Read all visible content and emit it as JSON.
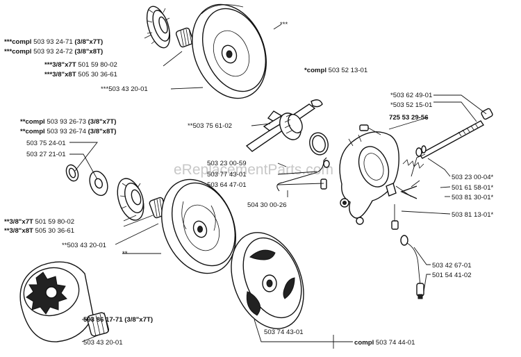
{
  "watermark": "eReplacementParts.com",
  "labels": {
    "clutch_drum_kit": {
      "marker": "***",
      "lines": [
        {
          "prefix": "***compl ",
          "num": "503 93 24-71",
          "suffix": " (3/8\"x7T)"
        },
        {
          "prefix": "***compl ",
          "num": "503 93 24-72",
          "suffix": " (3/8\"x8T)"
        }
      ]
    },
    "rim_sprocket_upper": {
      "lines": [
        {
          "prefix": "***3/8\"x7T",
          "num": " 501 59 80-02",
          "suffix": ""
        },
        {
          "prefix": "***3/8\"x8T",
          "num": " 505 30 36-61",
          "suffix": ""
        }
      ]
    },
    "drum_upper": {
      "text": "***503 43 20-01"
    },
    "drum_upper_marker": {
      "text": "***"
    },
    "oil_pump_kit": {
      "prefix": "*compl",
      "num": " 503 52 13-01"
    },
    "pump_parts_top": {
      "lines": [
        "*503 62 49-01",
        "*503 52 15-01"
      ]
    },
    "screw": {
      "text": "725 53 29-56"
    },
    "worm_gear": {
      "text": "**503 75 61-02"
    },
    "clutch_drum_kit_mid": {
      "lines": [
        {
          "prefix": "**compl ",
          "num": "503 93 26-73",
          "suffix": " (3/8\"x7T)"
        },
        {
          "prefix": "**compl ",
          "num": "503 93 26-74",
          "suffix": " (3/8\"x8T)"
        }
      ]
    },
    "washers": {
      "lines": [
        "503 75 24-01",
        "503 27 21-01"
      ]
    },
    "oil_hose_parts": {
      "lines": [
        "503 23 00-59",
        "503 77 43-01",
        "503 64 47-01"
      ]
    },
    "pump_parts_right": {
      "lines": [
        "503 23 00-04*",
        "501 61 58-01*",
        "503 81 30-01*"
      ]
    },
    "adjust_screw": {
      "text": "503 81 13-01*"
    },
    "oil_pipe": {
      "text": "504 30 00-26"
    },
    "rim_sprocket_lower": {
      "lines": [
        {
          "prefix": "**3/8\"x7T",
          "num": " 501 59 80-02",
          "suffix": ""
        },
        {
          "prefix": "**3/8\"x8T",
          "num": " 505 30 36-61",
          "suffix": ""
        }
      ]
    },
    "drum_lower": {
      "text": "**503 43 20-01"
    },
    "drum_lower_marker": {
      "text": "**"
    },
    "hose_parts": {
      "lines": [
        "503 42 67-01",
        "501 54 41-02"
      ]
    },
    "spur_drum": {
      "text": "503 86 17-71 (3/8\"x7T)"
    },
    "needle_bearing": {
      "text": "503 43 20-01"
    },
    "clutch_shoes": {
      "text": "503 74 43-01"
    },
    "clutch_kit": {
      "prefix": "compl",
      "num": " 503 74 44-01"
    }
  }
}
